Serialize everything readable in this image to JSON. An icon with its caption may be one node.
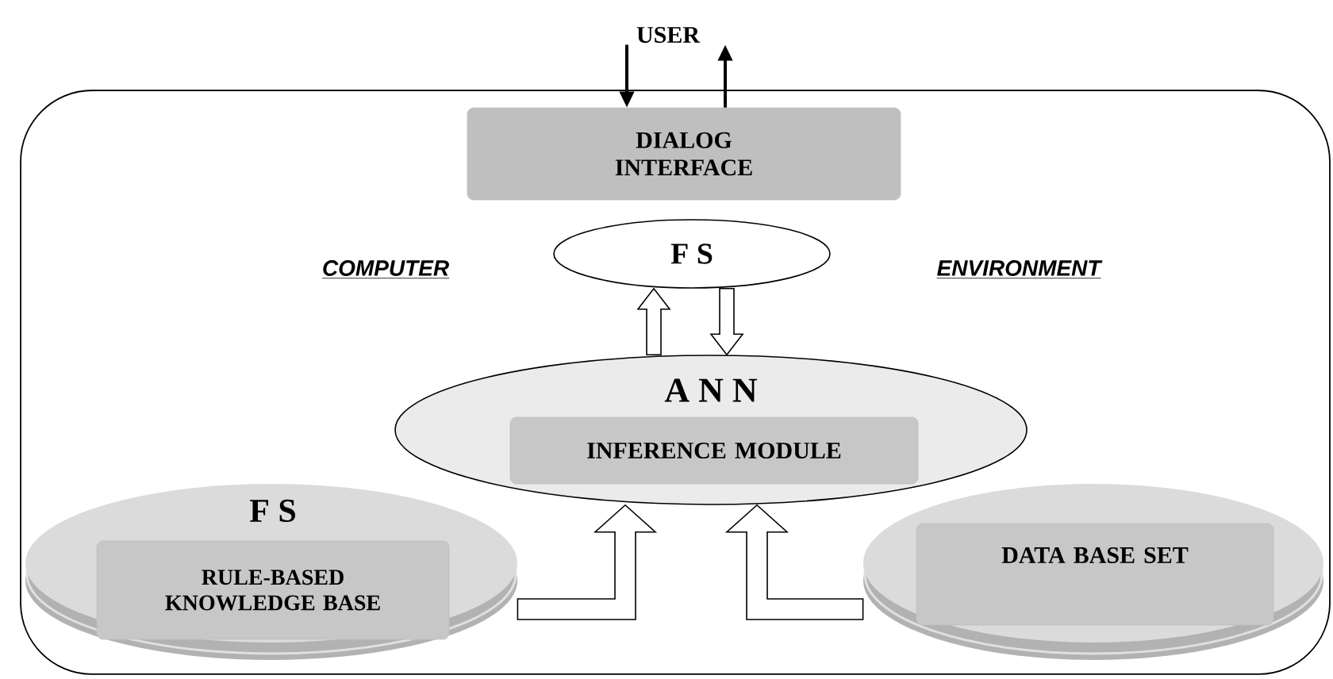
{
  "diagram": {
    "nodes": [
      {
        "text": [
          "USER"
        ]
      },
      {
        "text": [],
        "shape": "box"
      },
      {
        "text": [
          "DIALOG INTERFACE"
        ],
        "in": 1
      },
      {
        "text": [
          "F S"
        ],
        "in": 1
      },
      {
        "text": [
          "A N N"
        ],
        "in": 1
      },
      {
        "text": [
          "INFERENCE MODULE"
        ],
        "in": 4
      },
      {
        "text": [
          "F S"
        ],
        "in": 1
      },
      {
        "text": [
          "RULE-BASED KNOWLEDGE BASE"
        ],
        "in": 6
      },
      {
        "text": [],
        "shape": "cylinder",
        "in": 1
      },
      {
        "text": [
          "DATA BASE  SET"
        ],
        "in": 8
      }
    ],
    "edges": [
      {
        "from": 0,
        "to": 2,
        "arrow": "to"
      },
      {
        "from": 2,
        "to": 0,
        "arrow": "to"
      },
      {
        "from": 4,
        "to": 3,
        "arrow": "to"
      },
      {
        "from": 3,
        "to": 4,
        "arrow": "to"
      },
      {
        "from": 6,
        "to": 4,
        "arrow": "to"
      },
      {
        "from": 8,
        "to": 4,
        "arrow": "to"
      }
    ],
    "labels": [
      "COMPUTER",
      "ENVIRONMENT"
    ]
  }
}
